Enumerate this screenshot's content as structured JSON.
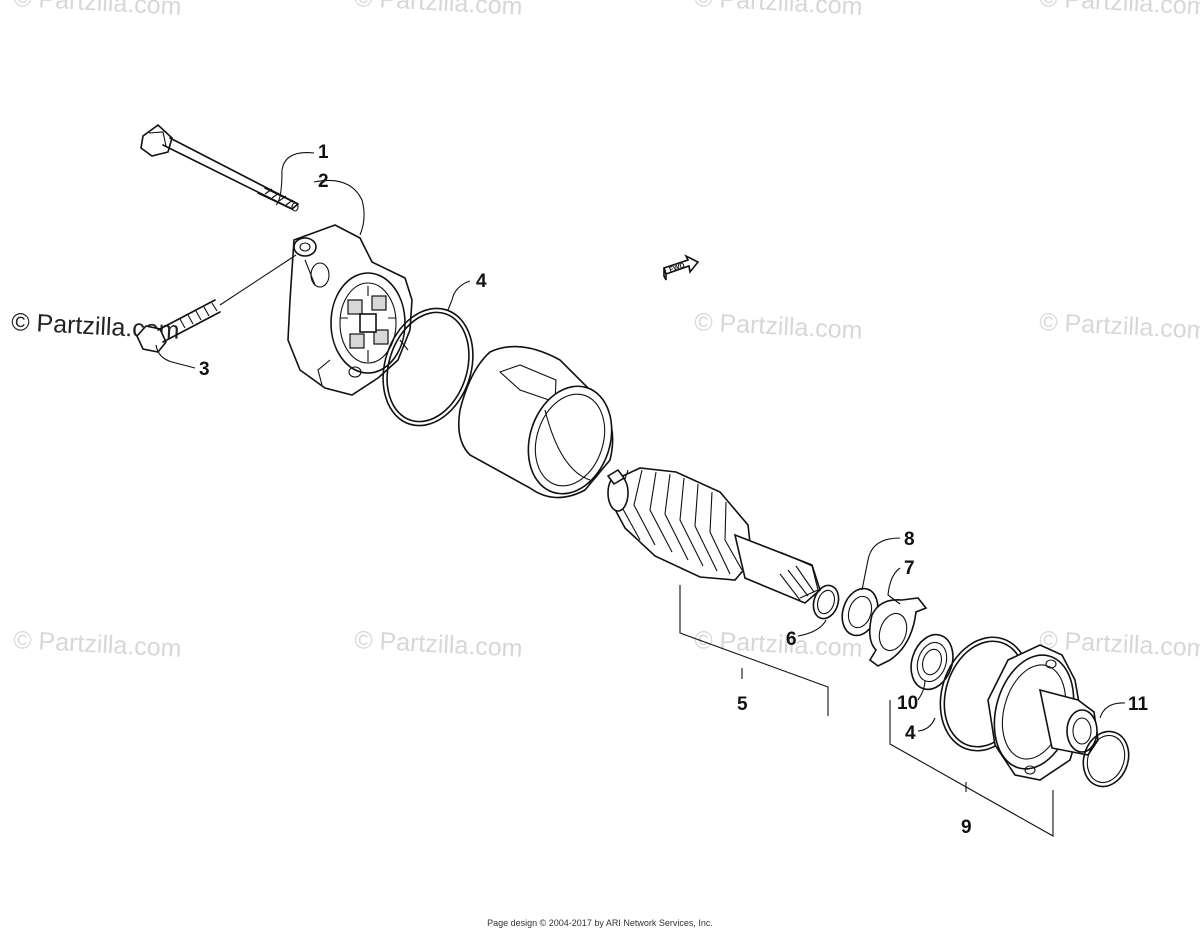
{
  "watermark": "© Partzilla.com",
  "footer": "Page design © 2004-2017 by ARI Network Services, Inc.",
  "fwd_label": "FWD",
  "callouts": [
    "1",
    "2",
    "3",
    "4",
    "5",
    "6",
    "7",
    "8",
    "9",
    "10",
    "4",
    "11"
  ]
}
